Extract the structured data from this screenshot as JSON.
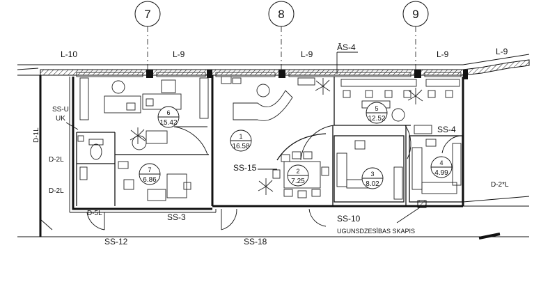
{
  "grid_axes": [
    "7",
    "8",
    "9"
  ],
  "wall_labels": {
    "l10": "L-10",
    "l9_a": "L-9",
    "l9_b": "L-9",
    "l9_c": "L-9",
    "l9_d": "L-9",
    "as4": "ĀS-4",
    "ss_u": "SS-U",
    "uk": "UK",
    "d1l": "D-1L",
    "d2l_a": "D-2L",
    "d2l_b": "D-2L",
    "d5l": "D-5L",
    "ss3": "SS-3",
    "ss12": "SS-12",
    "ss18": "SS-18",
    "ss10": "SS-10",
    "ss15": "SS-15",
    "ss4": "SS-4",
    "d2l_star": "D-2*L",
    "fire_cabinet": "UGUNSDZESĪBAS SKAPIS"
  },
  "rooms": [
    {
      "number": "1",
      "area": "16.58"
    },
    {
      "number": "2",
      "area": "7.25"
    },
    {
      "number": "3",
      "area": "8.02"
    },
    {
      "number": "4",
      "area": "4.99"
    },
    {
      "number": "5",
      "area": "12.52"
    },
    {
      "number": "6",
      "area": "15.42"
    },
    {
      "number": "7",
      "area": "6.86"
    }
  ]
}
